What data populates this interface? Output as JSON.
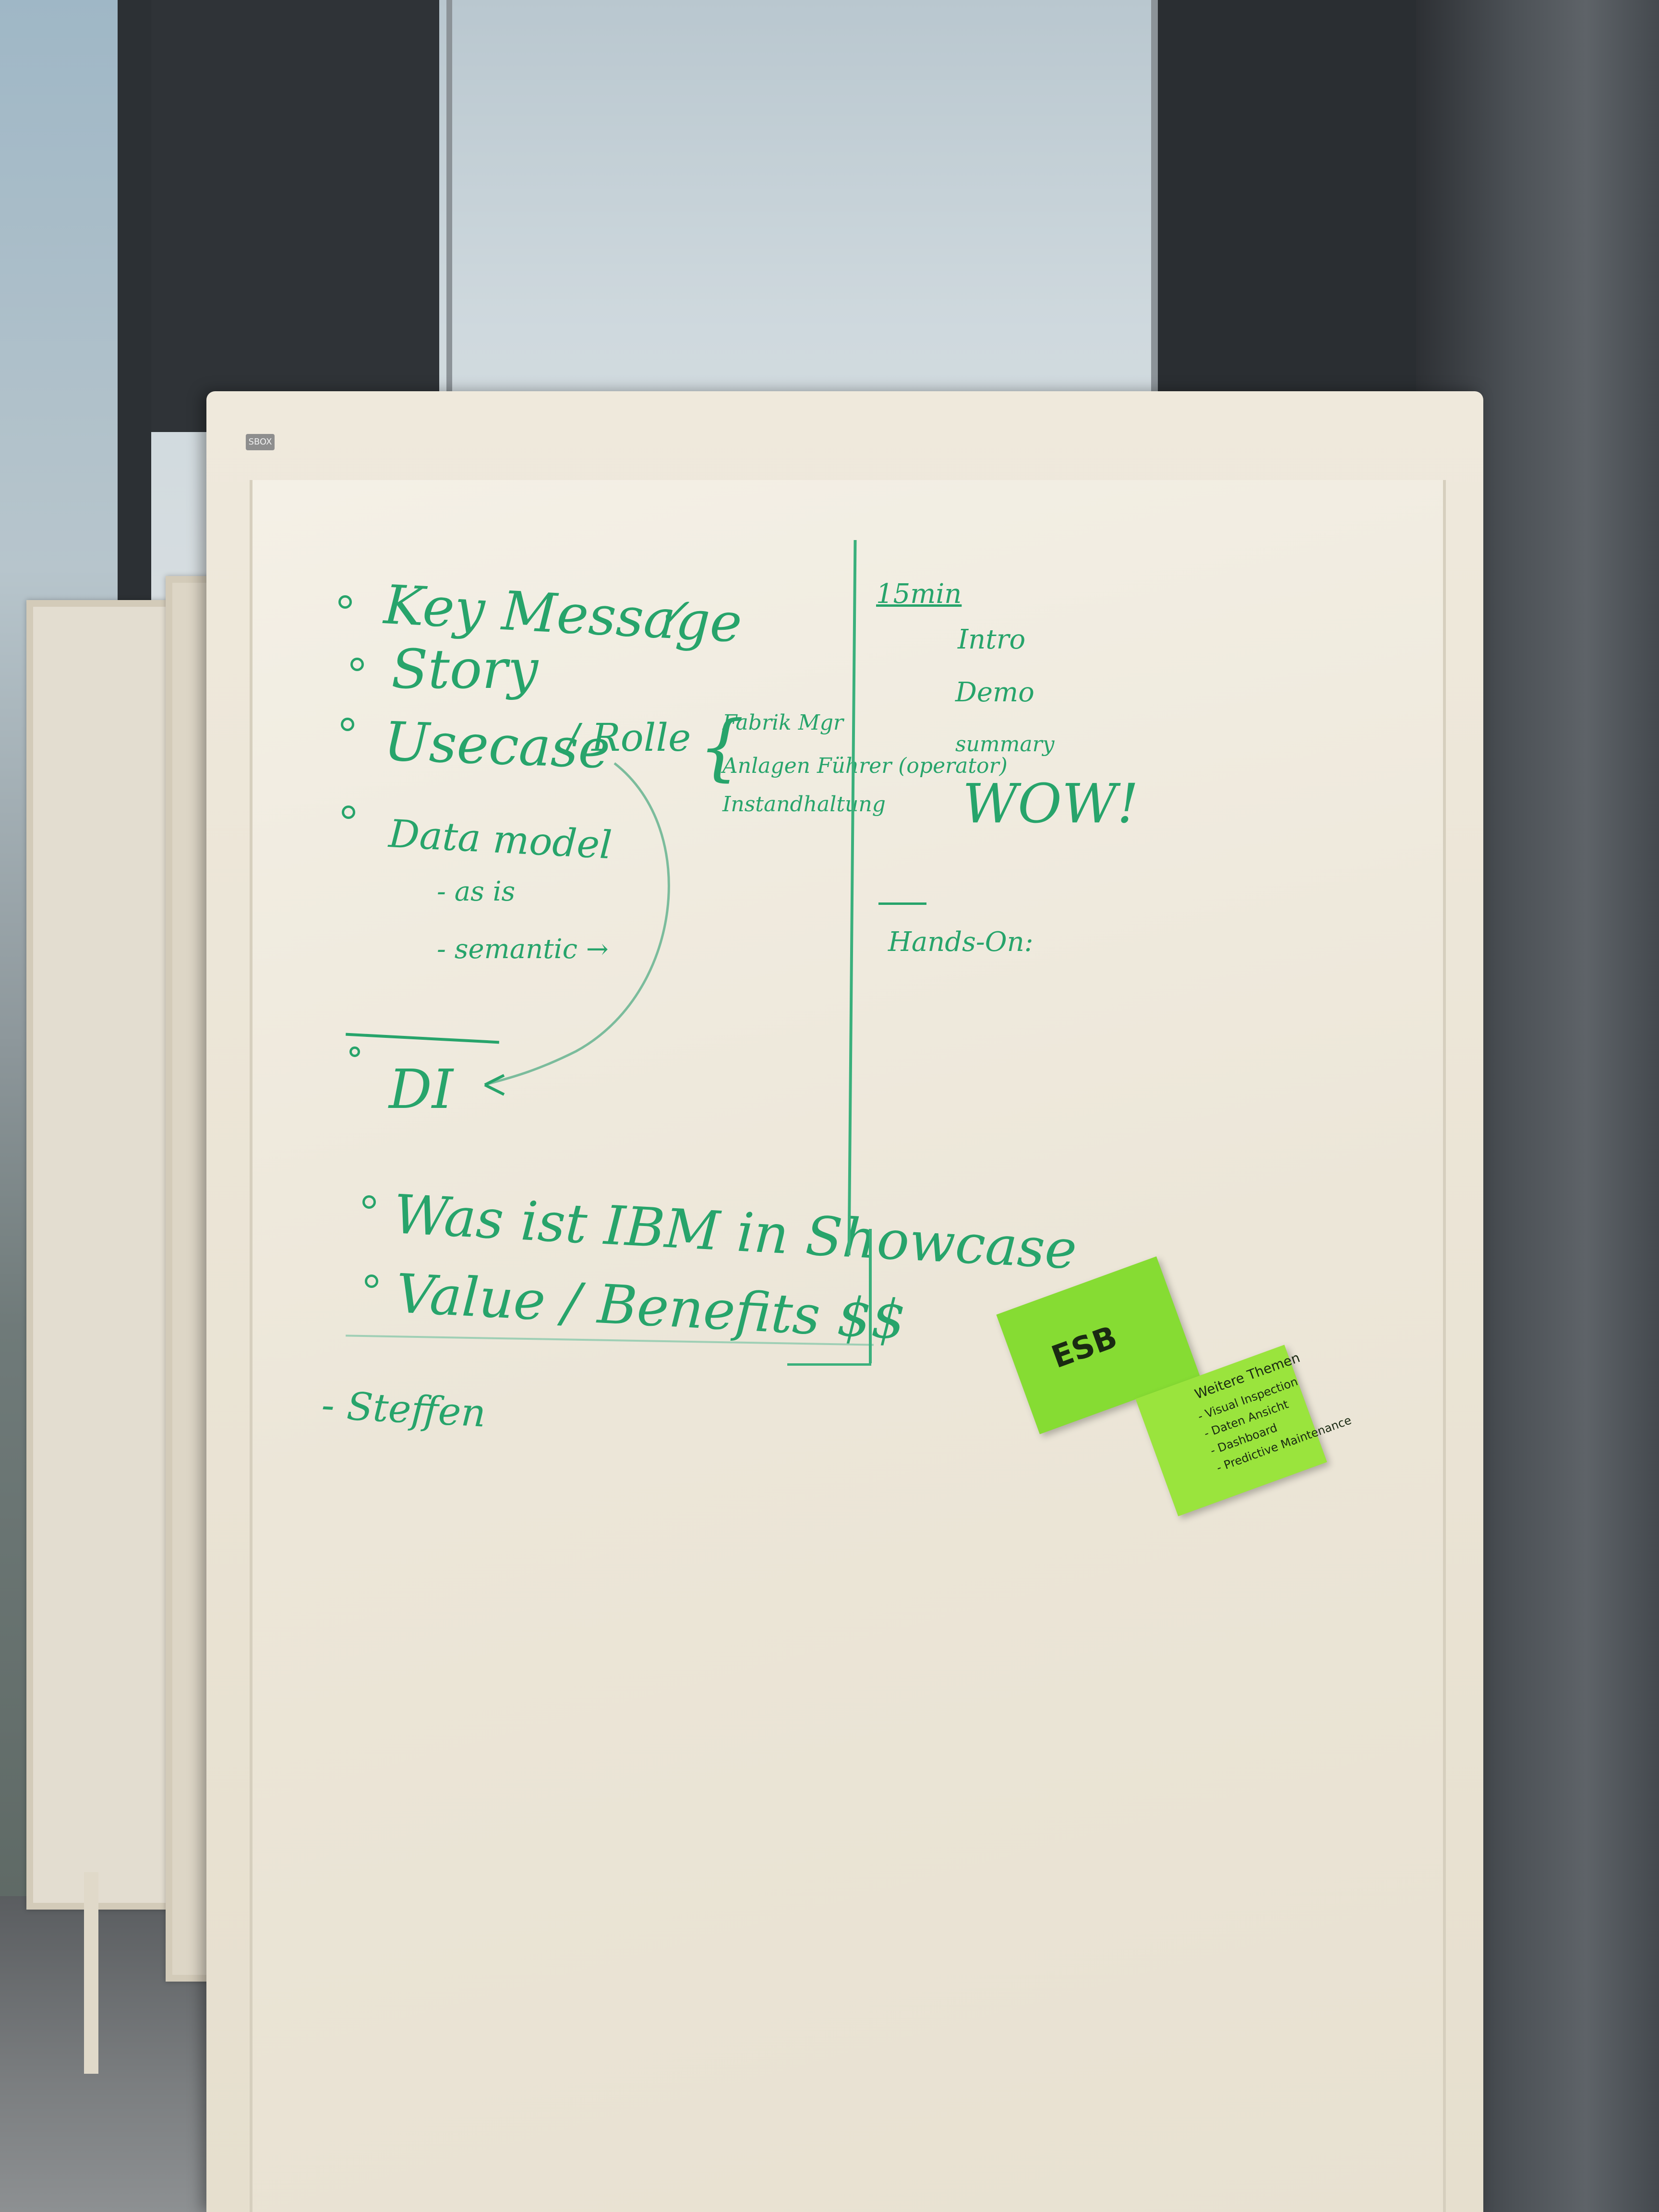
{
  "board": {
    "brand": "SBOX"
  },
  "left_list": {
    "items": [
      "Key Message",
      "Story",
      "Usecase",
      "Data model"
    ],
    "checkmark": "✓",
    "slash_role": "/ Rolle",
    "data_model_subitems": [
      "- as is",
      "- semantic →"
    ],
    "di_label": "DI",
    "di_arrow": "←"
  },
  "roles": [
    "Fabrik Mgr",
    "Anlagen Führer (operator)",
    "Instandhaltung"
  ],
  "lower_list": {
    "items": [
      "Was ist IBM in Showcase",
      "Value / Benefits $$"
    ],
    "author": "- Steffen"
  },
  "agenda": {
    "time": "15min",
    "items": [
      "Intro",
      "Demo",
      "summary",
      "WOW!"
    ],
    "hands_on": "Hands-On:"
  },
  "sticky_notes": {
    "esb": "ESB",
    "list_title": "Weitere Themen",
    "list_items": [
      "- Visual Inspection",
      "- Daten Ansicht",
      "- Dashboard",
      "- Predictive Maintenance"
    ]
  }
}
